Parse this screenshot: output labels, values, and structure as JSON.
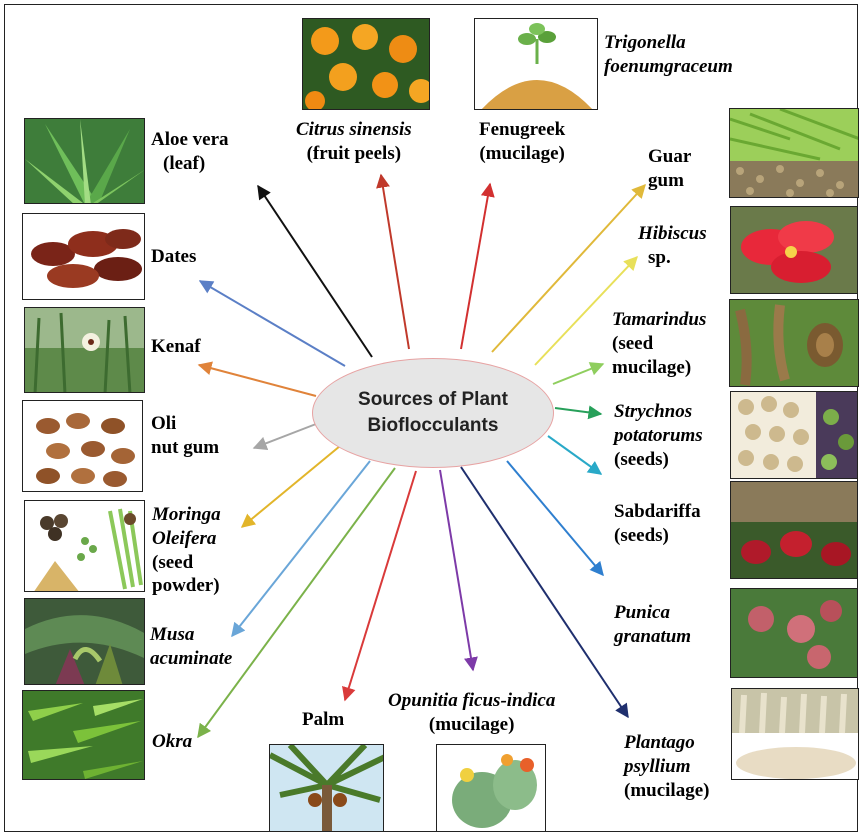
{
  "center": {
    "title": "Sources of Plant\nBioflocculants"
  },
  "sources": [
    {
      "id": "aloe",
      "name": "Aloe vera",
      "detail": "(leaf)",
      "arrow_color": "#111111"
    },
    {
      "id": "citrus",
      "name": "Citrus sinensis",
      "detail": "(fruit peels)",
      "arrow_color": "#c0392b"
    },
    {
      "id": "fenugreek",
      "name": "Fenugreek",
      "detail": "(mucilage)",
      "arrow_color": "#d23030"
    },
    {
      "id": "trigonella",
      "name": "Trigonella\nfoenumgraceum"
    },
    {
      "id": "guar",
      "name": "Guar\ngum",
      "arrow_color": "#e0b93a"
    },
    {
      "id": "hibiscus",
      "name": "Hibiscus",
      "detail": "sp.",
      "arrow_color": "#e8e05a"
    },
    {
      "id": "tamarindus",
      "name": "Tamarindus",
      "detail": "(seed\nmucilage)",
      "arrow_color": "#8fce5e"
    },
    {
      "id": "strychnos",
      "name": "Strychnos\npotatorums",
      "detail": "(seeds)",
      "arrow_color": "#27a05a"
    },
    {
      "id": "sabdariffa",
      "name": "Sabdariffa\n(seeds)",
      "arrow_color": "#29a9c8"
    },
    {
      "id": "punica",
      "name": "Punica\ngranatum",
      "arrow_color": "#2f7fcf"
    },
    {
      "id": "plantago",
      "name": "Plantago\npsyllium",
      "detail": "(mucilage)",
      "arrow_color": "#1f2f6e"
    },
    {
      "id": "opunitia",
      "name": "Opunitia ficus-indica",
      "detail": "(mucilage)",
      "arrow_color": "#7d3aa8"
    },
    {
      "id": "palm",
      "name": "Palm",
      "arrow_color": "#d93a3a"
    },
    {
      "id": "okra",
      "name": "Okra",
      "arrow_color": "#7bb24a"
    },
    {
      "id": "musa",
      "name": "Musa\nacuminate",
      "arrow_color": "#6aa6d8"
    },
    {
      "id": "moringa",
      "name": "Moringa\nOleifera",
      "detail": "(seed\npowder)",
      "arrow_color": "#e2b52a"
    },
    {
      "id": "oli",
      "name": "Oli\nnut gum",
      "arrow_color": "#a6a6a6"
    },
    {
      "id": "kenaf",
      "name": "Kenaf",
      "arrow_color": "#e0833a"
    },
    {
      "id": "dates",
      "name": "Dates",
      "arrow_color": "#5b7fc6"
    }
  ]
}
